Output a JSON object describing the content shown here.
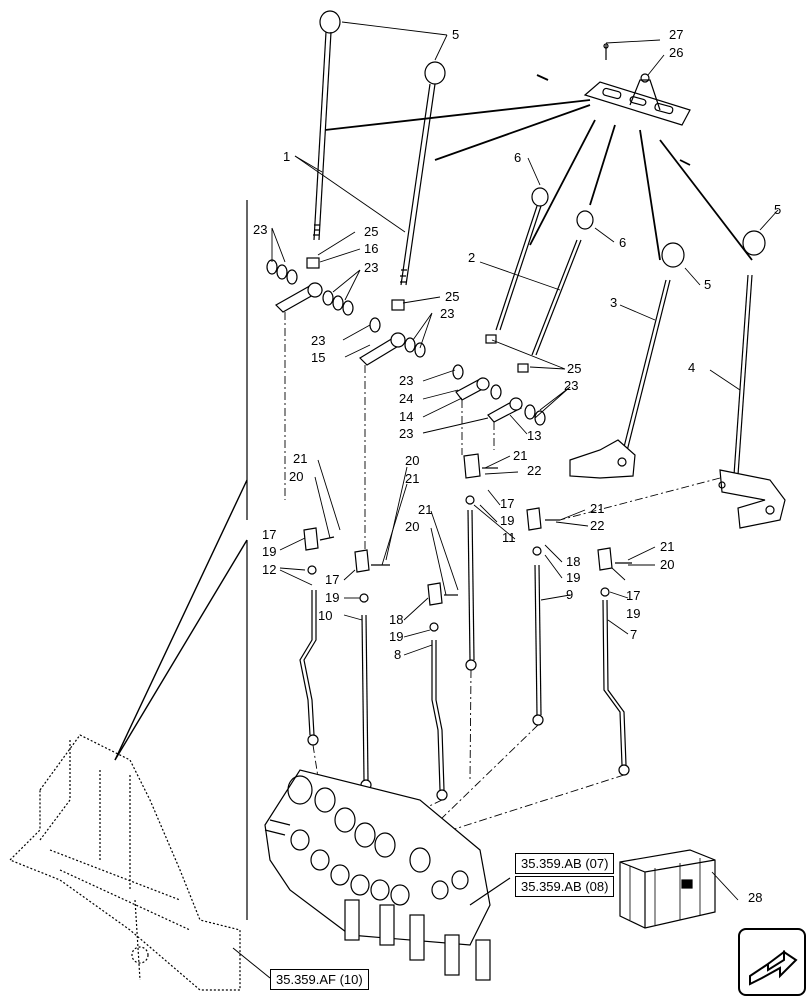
{
  "callouts": [
    "1",
    "2",
    "3",
    "4",
    "5",
    "6",
    "7",
    "8",
    "9",
    "10",
    "11",
    "12",
    "13",
    "14",
    "15",
    "16",
    "17",
    "18",
    "19",
    "20",
    "21",
    "22",
    "23",
    "24",
    "25",
    "26",
    "27",
    "28"
  ],
  "references": {
    "ref1": "35.359.AB (07)",
    "ref2": "35.359.AB (08)",
    "ref3": "35.359.AF (10)"
  },
  "icons": {
    "nav": "next-page-arrow-icon",
    "box": "packing-crate-icon"
  }
}
